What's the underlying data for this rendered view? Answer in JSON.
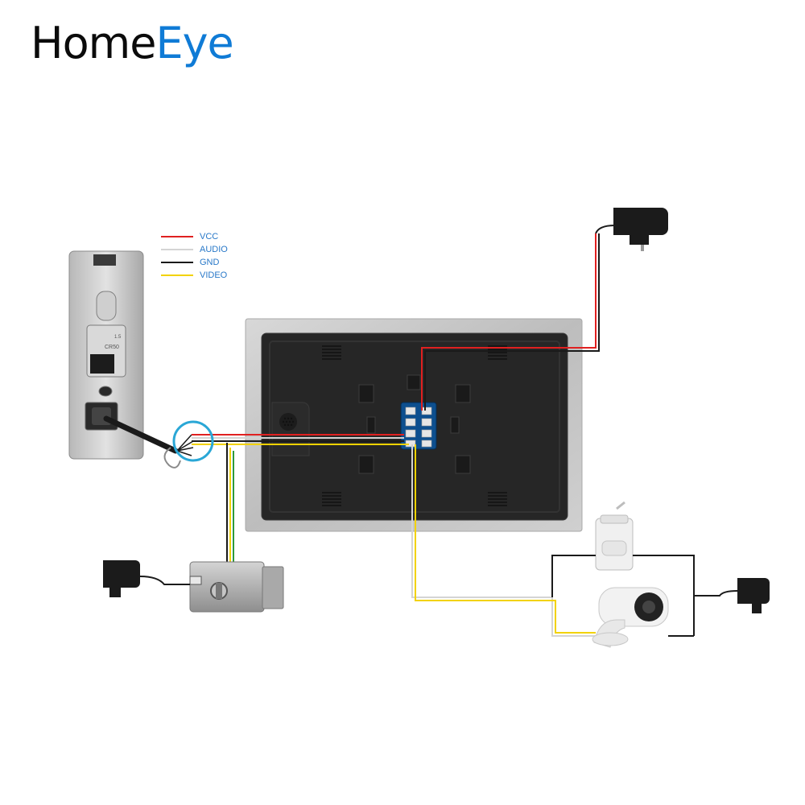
{
  "brand": {
    "part1": "Home",
    "part2": "Eye"
  },
  "colors": {
    "brand_accent": "#0f7bd6",
    "vcc": "#e02020",
    "audio": "#d4d4d4",
    "gnd": "#1a1a1a",
    "video": "#f2d200",
    "label": "#2878c8",
    "panel_frame": "#c9c9c9",
    "panel_back": "#262626"
  },
  "legend": [
    {
      "label": "VCC",
      "color": "#e02020"
    },
    {
      "label": "AUDIO",
      "color": "#d4d4d4"
    },
    {
      "label": "GND",
      "color": "#1a1a1a"
    },
    {
      "label": "VIDEO",
      "color": "#f2d200"
    }
  ],
  "outdoor_unit": {
    "label_top": "1.5",
    "label_mid": "CR50"
  }
}
